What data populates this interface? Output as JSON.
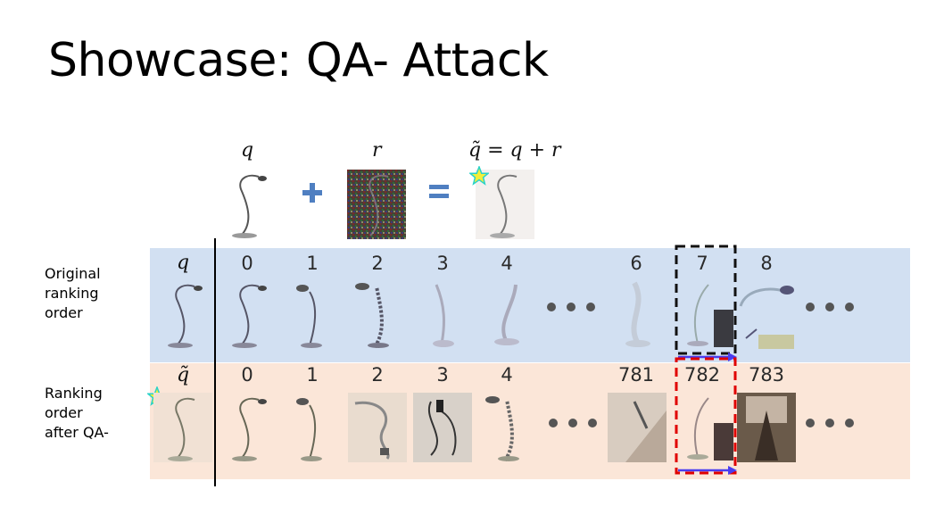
{
  "title": "Showcase: QA- Attack",
  "equation": {
    "q_label": "q",
    "r_label": "r",
    "result_label": "q̃ = q + r",
    "plus_icon": "plus-icon",
    "equals_icon": "equals-icon"
  },
  "rows": {
    "original": {
      "label": "Original ranking order",
      "query_label": "q",
      "ranks": [
        "0",
        "1",
        "2",
        "3",
        "4",
        "6",
        "7",
        "8"
      ]
    },
    "after": {
      "label": "Ranking order after QA-",
      "query_label": "q̃",
      "ranks": [
        "0",
        "1",
        "2",
        "3",
        "4",
        "781",
        "782",
        "783"
      ]
    }
  },
  "colors": {
    "original_band": "#d2e0f2",
    "after_band": "#fbe6d8",
    "black_box": "#111111",
    "red_box": "#e00000",
    "arrow": "#4a3cf0",
    "star_fill": "#f2ef3a",
    "star_stroke": "#28d2c8",
    "operator": "#4f7fc1"
  },
  "icons": {
    "star": "star-icon",
    "ellipsis": "ellipsis-icon",
    "arrow": "arrow-right-icon"
  }
}
